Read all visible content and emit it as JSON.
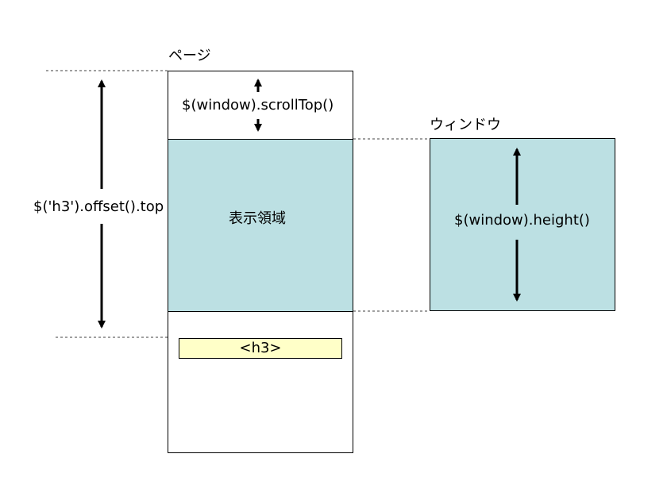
{
  "labels": {
    "page": "ページ",
    "window": "ウィンドウ",
    "scroll_top": "$(window).scrollTop()",
    "offset_top": "$('h3').offset().top",
    "viewport": "表示領域",
    "window_height": "$(window).height()",
    "h3": "<h3>"
  },
  "colors": {
    "viewport_fill": "#bce0e3",
    "h3_fill": "#ffffc8",
    "stroke": "#000000",
    "guide": "#404040"
  }
}
